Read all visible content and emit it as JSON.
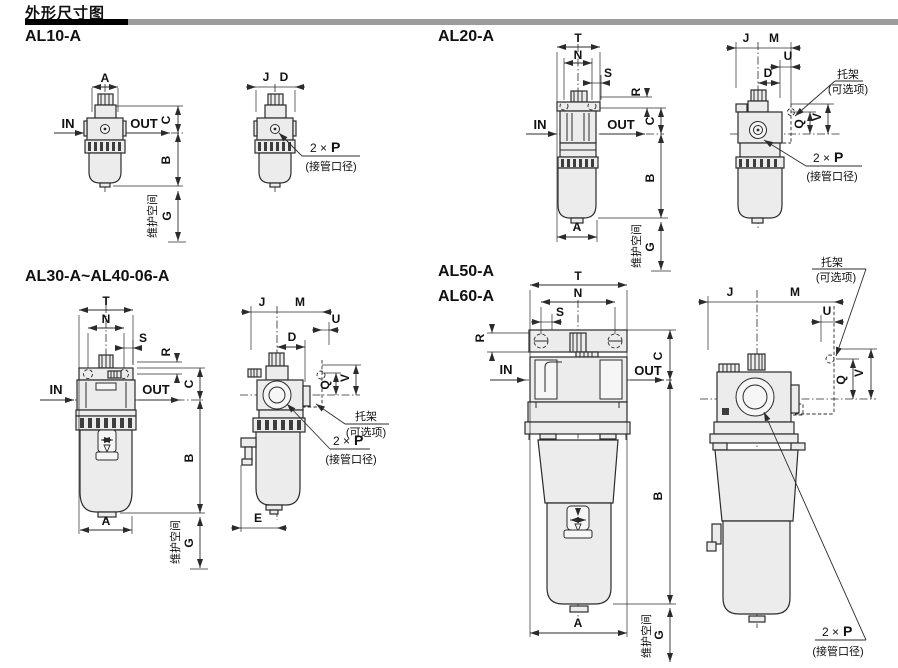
{
  "page": {
    "title": "外形尺寸图"
  },
  "sections": {
    "al10": {
      "heading": "AL10-A"
    },
    "al20": {
      "heading": "AL20-A"
    },
    "al30": {
      "heading": "AL30-A~AL40-06-A"
    },
    "al50": {
      "heading_line1": "AL50-A",
      "heading_line2": "AL60-A"
    }
  },
  "labels": {
    "in": "IN",
    "out": "OUT",
    "maintenance_space": "维护空间",
    "bracket_line1": "托架",
    "bracket_line2": "(可选项)",
    "port_prefix": "2 ×",
    "port_dim": "P",
    "port_note": "(接管口径)"
  },
  "dims": {
    "a": "A",
    "b": "B",
    "c": "C",
    "d": "D",
    "e": "E",
    "g": "G",
    "j": "J",
    "m": "M",
    "n": "N",
    "q": "Q",
    "r": "R",
    "s": "S",
    "t": "T",
    "u": "U",
    "v": "V"
  },
  "colors": {
    "line": "#2b2b2b",
    "body_fill": "#ececec",
    "rib": "#3d3d3d",
    "title_bar_black": "#000000",
    "title_bar_gray": "#9c9c9c",
    "text": "#111111"
  }
}
